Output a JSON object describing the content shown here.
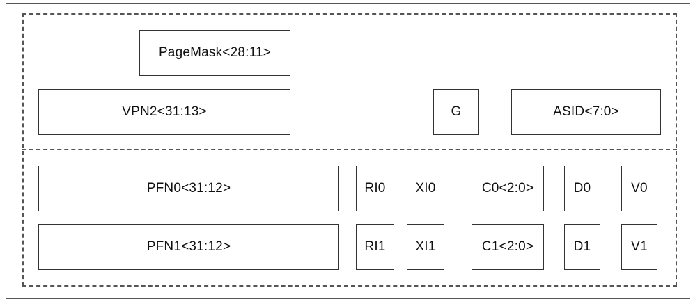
{
  "diagram": {
    "tlb_entry": {
      "page_mask": "PageMask<28:11>",
      "vpn2": "VPN2<31:13>",
      "global": "G",
      "asid": "ASID<7:0>",
      "even_page": {
        "pfn": "PFN0<31:12>",
        "ri": "RI0",
        "xi": "XI0",
        "cache": "C0<2:0>",
        "dirty": "D0",
        "valid": "V0"
      },
      "odd_page": {
        "pfn": "PFN1<31:12>",
        "ri": "RI1",
        "xi": "XI1",
        "cache": "C1<2:0>",
        "dirty": "D1",
        "valid": "V1"
      }
    }
  }
}
